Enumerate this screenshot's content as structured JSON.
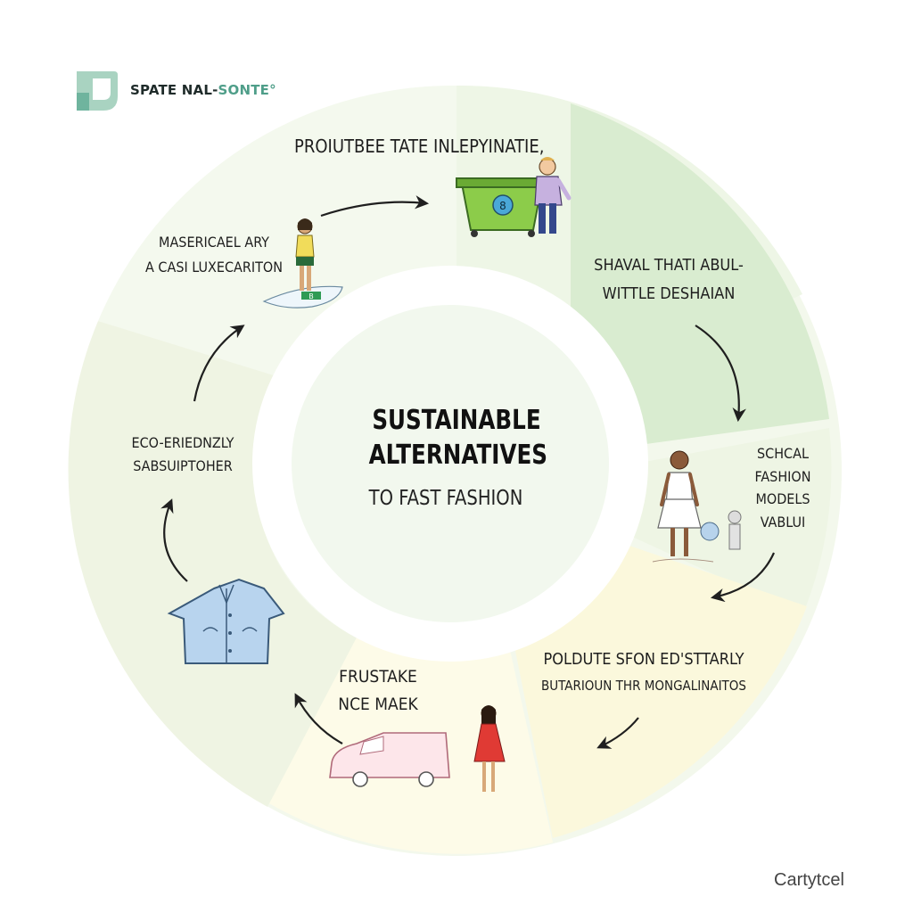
{
  "brand": {
    "name_part1": "SPATE NAL-",
    "name_part2": "SONTE",
    "mark": "°",
    "icon": "leaf-logo-icon"
  },
  "center": {
    "title_line1": "SUSTAINABLE",
    "title_line2": "ALTERNATIVES",
    "subtitle": "TO FAST FASHION"
  },
  "stages": [
    {
      "line1": "PROIUTBEE TATE INLEPYINATIE,",
      "line2": ""
    },
    {
      "line1": "SHAVAL THATI ABUL-",
      "line2": "WITTLE DESHAIAN"
    },
    {
      "line1": "SCHCAL",
      "line2": "FASHION",
      "line3": "MODELS",
      "line4": "VABLUI"
    },
    {
      "line1": "POLDUTE SFON ED'STTARLY",
      "line2": "BUTARIOUN THR MONGALINAITOS"
    },
    {
      "line1": "FRUSTAKE",
      "line2": "NCE MAEK"
    },
    {
      "line1": "ECO-ERIEDNZLY",
      "line2": "SABSUIPTOHER"
    },
    {
      "line1": "MASERICAEL ARY",
      "line2": "A CASI LUXECARITON"
    }
  ],
  "illustrations": {
    "bin_badge": "8",
    "board_badge": "B"
  },
  "credit": "Cartytcel",
  "colors": {
    "ring_top": "#f1f7e8",
    "ring_right": "#d9ecd0",
    "ring_bottom": "#fbf9df",
    "ring_left": "#edf3df",
    "center_disc": "#f2f8ee",
    "arrow": "#1f1f1f",
    "accent": "#4f9e89"
  }
}
